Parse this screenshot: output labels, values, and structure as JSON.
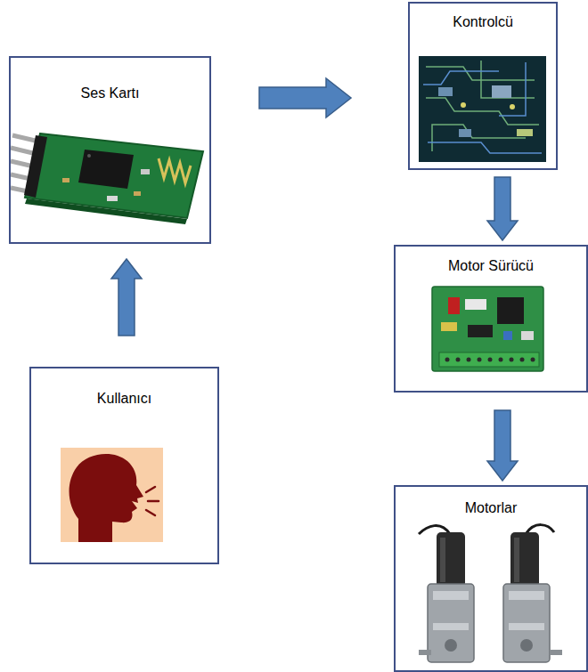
{
  "diagram": {
    "nodes": [
      {
        "text": [
          "Ses Kartı"
        ]
      },
      {
        "text": [
          "Kontrolcü"
        ]
      },
      {
        "text": [
          "Motor Sürücü"
        ]
      },
      {
        "text": [
          "Motorlar"
        ]
      },
      {
        "text": [
          "Kullanıcı"
        ]
      }
    ],
    "edges": [
      {
        "from": 4,
        "to": 0,
        "arrow": "to"
      },
      {
        "from": 0,
        "to": 1,
        "arrow": "to"
      },
      {
        "from": 1,
        "to": 2,
        "arrow": "to"
      },
      {
        "from": 2,
        "to": 3,
        "arrow": "to"
      }
    ]
  }
}
